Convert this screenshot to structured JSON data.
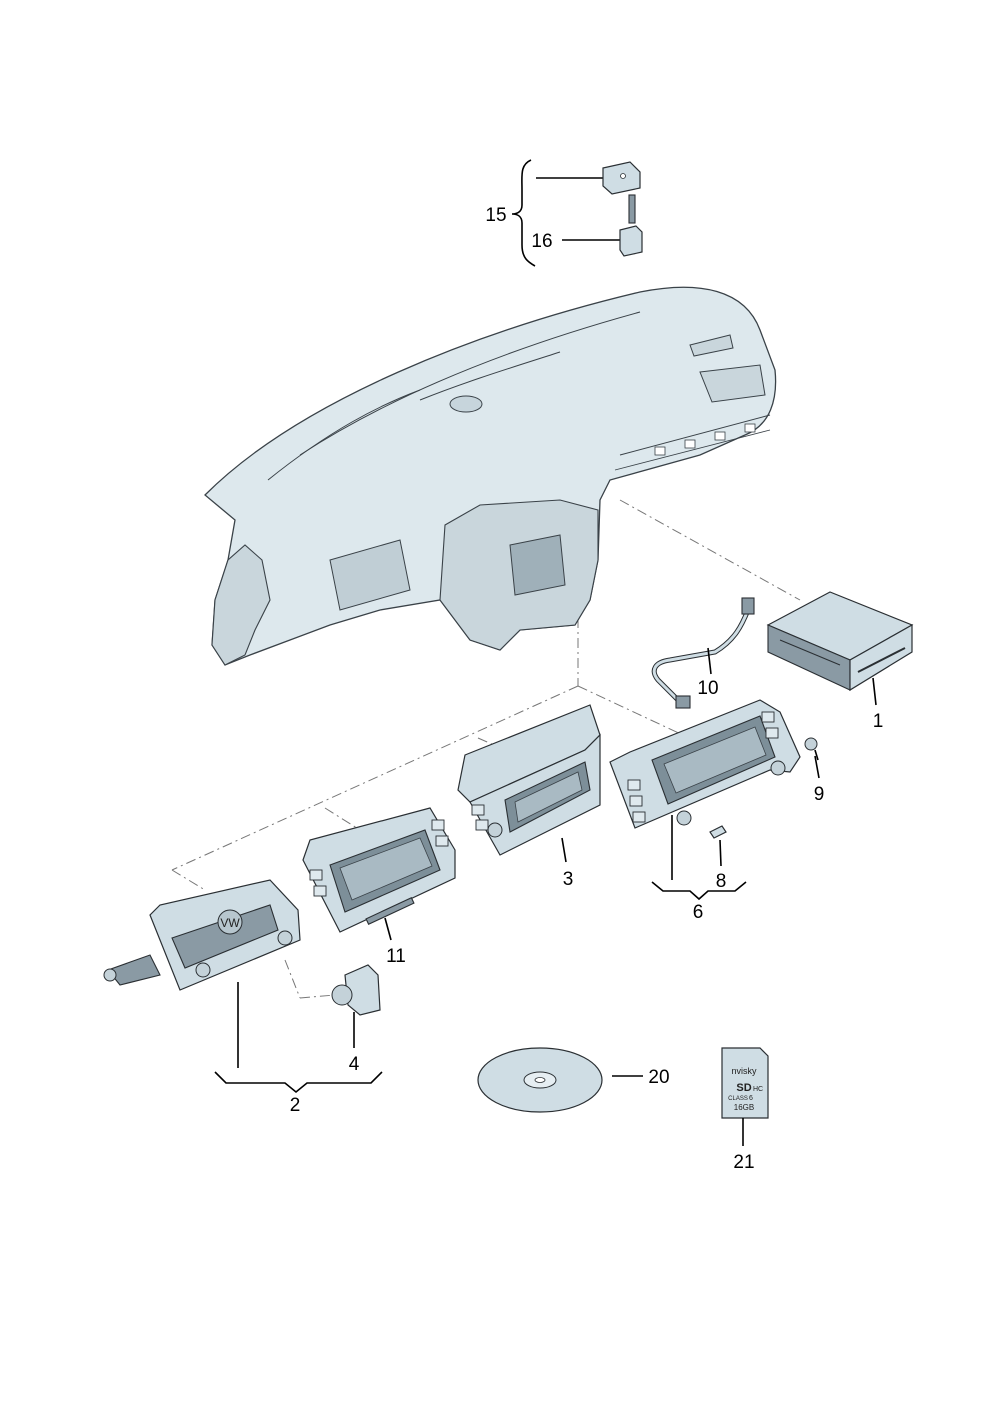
{
  "callouts": {
    "c1": "1",
    "c2": "2",
    "c3": "3",
    "c4": "4",
    "c6": "6",
    "c8": "8",
    "c9": "9",
    "c10": "10",
    "c11": "11",
    "c15": "15",
    "c16": "16",
    "c20": "20",
    "c21": "21"
  },
  "sd_card": {
    "brand": "nvisky",
    "logo": "SD",
    "type": "HC",
    "class_label": "CLASS",
    "class_value": "6",
    "capacity": "16GB"
  },
  "icons": {
    "vw_logo": "vw-logo-icon"
  }
}
